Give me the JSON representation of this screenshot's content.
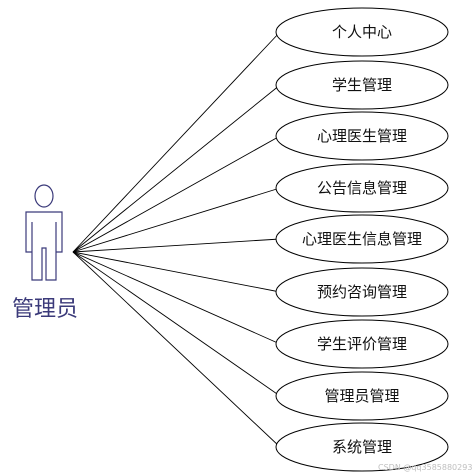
{
  "actor": {
    "name": "管理员"
  },
  "use_cases": [
    {
      "label": "个人中心"
    },
    {
      "label": "学生管理"
    },
    {
      "label": "心理医生管理"
    },
    {
      "label": "公告信息管理"
    },
    {
      "label": "心理医生信息管理"
    },
    {
      "label": "预约咨询管理"
    },
    {
      "label": "学生评价管理"
    },
    {
      "label": "管理员管理"
    },
    {
      "label": "系统管理"
    }
  ],
  "watermark": "CSDN @qq3585880293",
  "colors": {
    "line": "#000000",
    "actor": "#3b3a7a"
  }
}
